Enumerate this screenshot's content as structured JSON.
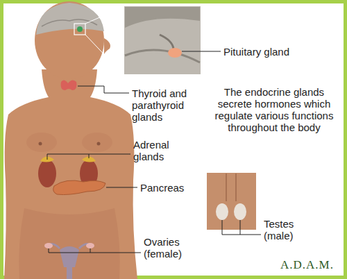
{
  "diagram": {
    "labels": [
      "Pituitary gland",
      "Thyroid and parathyroid glands",
      "The endocrine glands secrete hormones which regulate various functions throughout the body",
      "Adrenal glands",
      "Pancreas",
      "Ovaries (female)",
      "Testes (male)",
      "A.D.A.M."
    ]
  }
}
